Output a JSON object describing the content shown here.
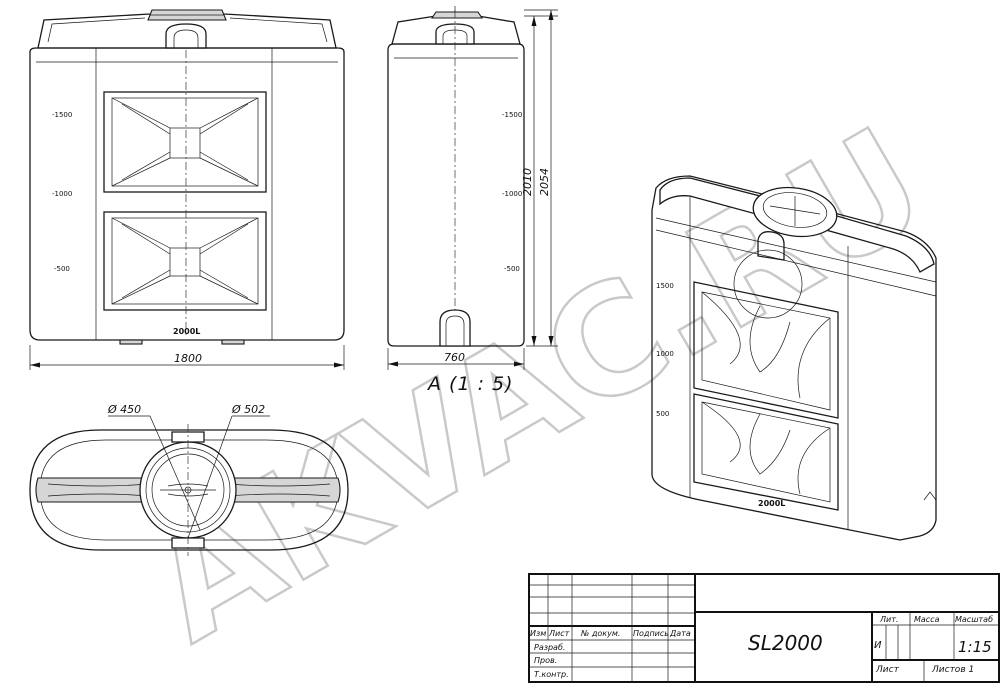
{
  "dimensions": {
    "front_width": "1800",
    "side_width": "760",
    "height_body": "2010",
    "height_total": "2054",
    "lid_diameter": "Ø 450",
    "neck_diameter": "Ø 502"
  },
  "level_marks": {
    "front": [
      "-1500",
      "-1000",
      "-500"
    ],
    "side": [
      "-1500",
      "-1000",
      "-500"
    ],
    "iso": [
      "1500",
      "1000",
      "500"
    ]
  },
  "volume_label": "2000L",
  "section_label": "A (1 : 5)",
  "watermark": "AKVAC.RU",
  "title_block": {
    "headers": {
      "izm": "Изм",
      "list": "Лист",
      "doc": "№ докум.",
      "sign": "Подпись",
      "date": "Дата"
    },
    "rows": {
      "razrab": "Разраб.",
      "prov": "Пров.",
      "tkontr": "Т.контр."
    },
    "designation": "SL2000",
    "lit_header": "Лит.",
    "mass_header": "Масса",
    "scale_header": "Масштаб",
    "lit_value": "И",
    "scale_value": "1:15",
    "sheet_label": "Лист",
    "sheets_label": "Листов 1"
  }
}
